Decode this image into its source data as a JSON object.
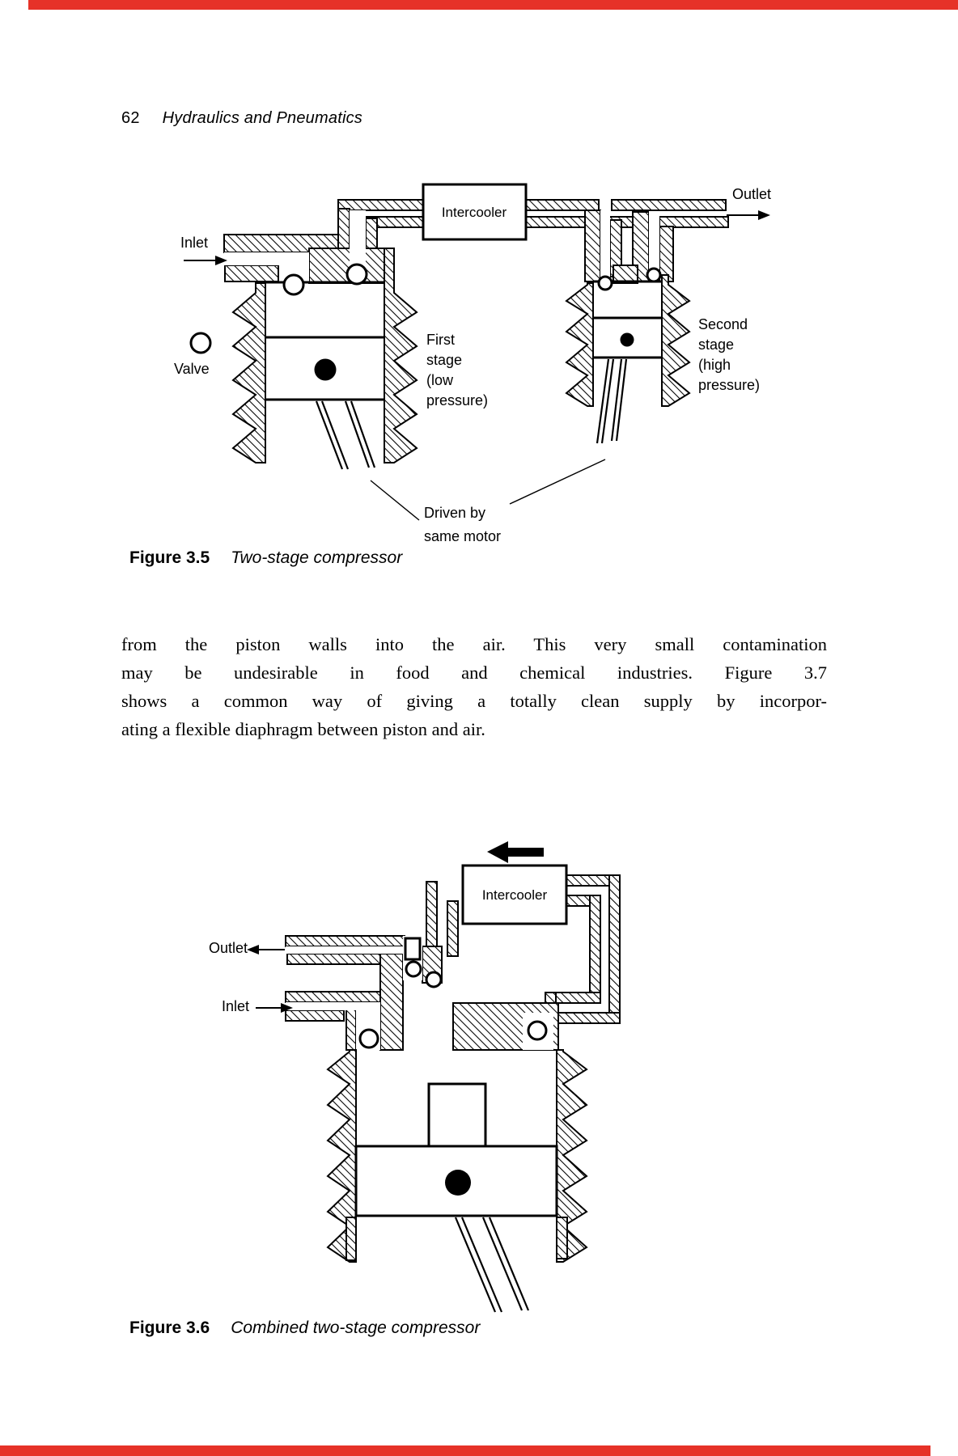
{
  "page": {
    "number": "62",
    "running_title": "Hydraulics and Pneumatics"
  },
  "figure35": {
    "label": "Figure 3.5",
    "title": "Two-stage compressor",
    "inlet": "Inlet",
    "intercooler": "Intercooler",
    "outlet": "Outlet",
    "valve": "Valve",
    "first_stage": [
      "First",
      "stage",
      "(low",
      "pressure)"
    ],
    "second_stage": [
      "Second",
      "stage",
      "(high",
      "pressure)"
    ],
    "driven": [
      "Driven by",
      "same motor"
    ]
  },
  "body_text": {
    "lines": [
      "from the piston walls into the air. This very small contamination",
      "may be undesirable in food and chemical industries. Figure 3.7",
      "shows a common way of giving a totally clean supply by incorpor-",
      "ating a flexible diaphragm between piston and air."
    ]
  },
  "figure36": {
    "label": "Figure 3.6",
    "title": "Combined two-stage compressor",
    "intercooler": "Intercooler",
    "outlet": "Outlet",
    "inlet": "Inlet"
  },
  "colors": {
    "edge_marker": "#e63228",
    "ink": "#000000",
    "paper": "#ffffff"
  }
}
